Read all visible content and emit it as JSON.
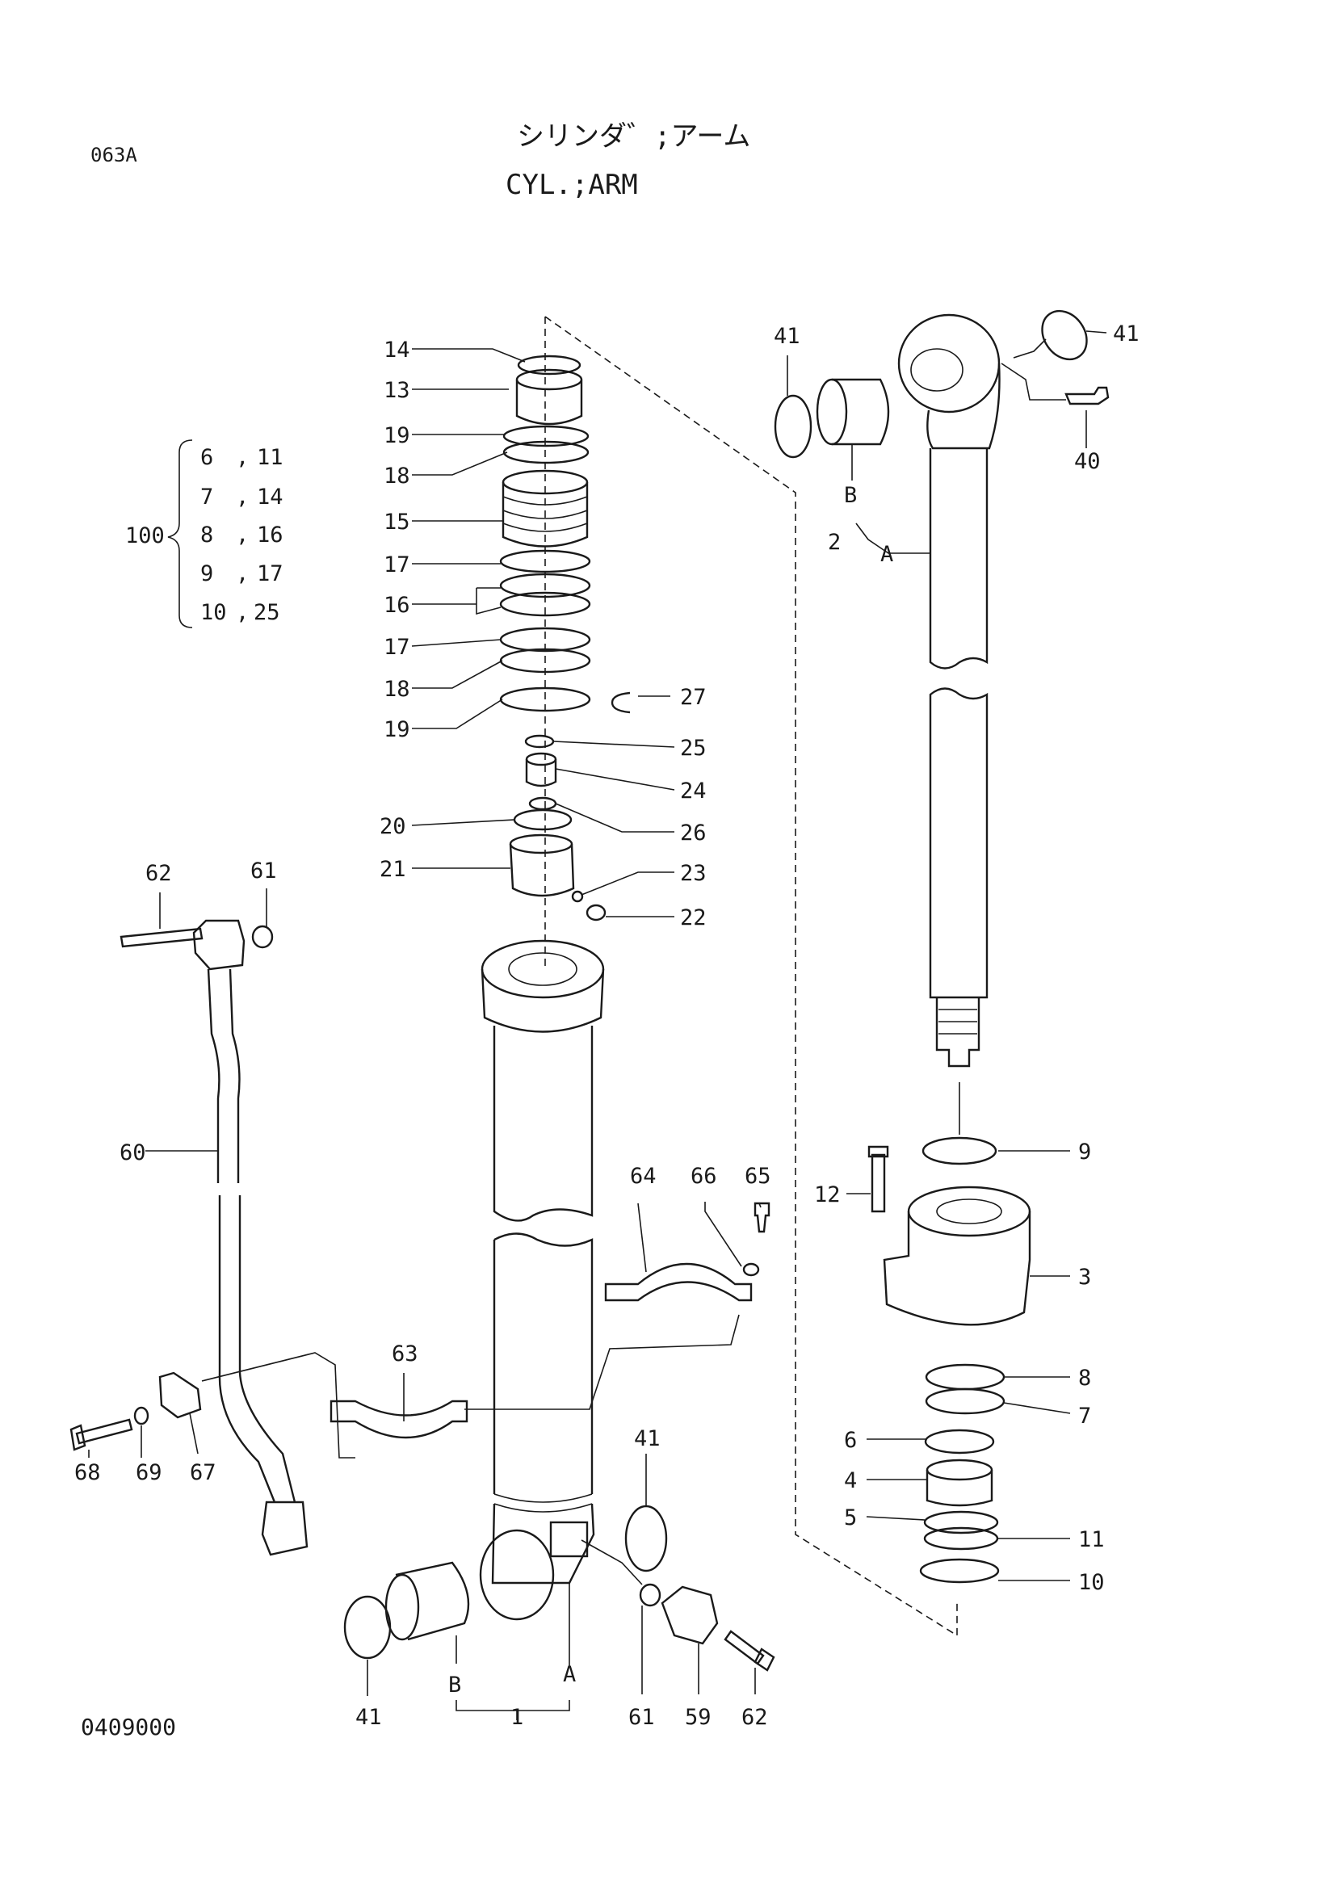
{
  "sheet": {
    "ref_code": "063A",
    "title_jp": "シリンダ゛;アーム",
    "title_en": "CYL.;ARM",
    "drawing_no": "0409000"
  },
  "kit": {
    "number": "100",
    "rows": [
      [
        "6",
        "11"
      ],
      [
        "7",
        "14"
      ],
      [
        "8",
        "16"
      ],
      [
        "9",
        "17"
      ],
      [
        "10",
        "25"
      ]
    ]
  },
  "callouts": {
    "c14": "14",
    "c13": "13",
    "c19a": "19",
    "c18a": "18",
    "c15": "15",
    "c17a": "17",
    "c16": "16",
    "c17b": "17",
    "c18b": "18",
    "c19b": "19",
    "c27": "27",
    "c25": "25",
    "c24": "24",
    "c20": "20",
    "c26": "26",
    "c21": "21",
    "c23": "23",
    "c22": "22",
    "c41a": "41",
    "c41b": "41",
    "c40": "40",
    "cB1": "B",
    "c2": "2",
    "cA1": "A",
    "c9": "9",
    "c12": "12",
    "c3": "3",
    "c8": "8",
    "c7": "7",
    "c6": "6",
    "c4": "4",
    "c5": "5",
    "c11": "11",
    "c10": "10",
    "c62a": "62",
    "c61a": "61",
    "c60": "60",
    "c64": "64",
    "c66": "66",
    "c65": "65",
    "c63": "63",
    "c68": "68",
    "c69": "69",
    "c67": "67",
    "c41c": "41",
    "c41d": "41",
    "cB2": "B",
    "c1": "1",
    "cA2": "A",
    "c61b": "61",
    "c59": "59",
    "c62b": "62"
  }
}
